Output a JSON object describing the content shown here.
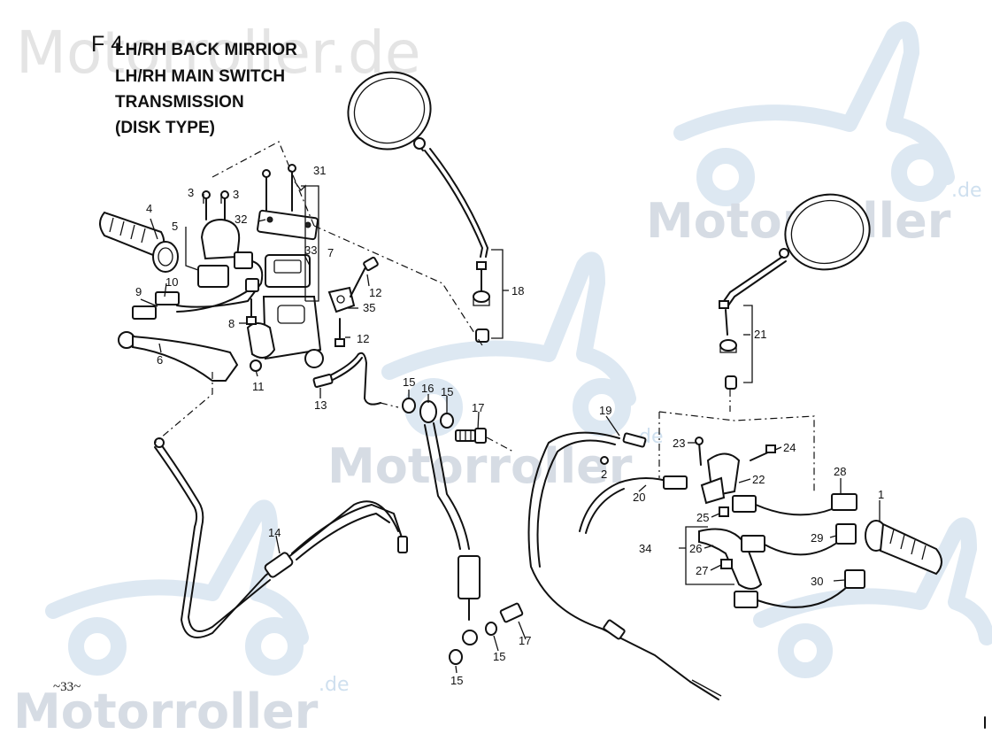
{
  "watermarks": {
    "brand": "Motorroller",
    "domain": ".de",
    "top_left": "Motorroller.de"
  },
  "header": {
    "figure_code": "F 4",
    "lines": [
      "LH/RH BACK MIRRIOR",
      "LH/RH MAIN SWITCH",
      "TRANSMISSION",
      "(DISK TYPE)"
    ]
  },
  "page_number": "~33~",
  "callouts": [
    "1",
    "2",
    "3",
    "3",
    "4",
    "5",
    "6",
    "7",
    "8",
    "9",
    "10",
    "11",
    "12",
    "12",
    "13",
    "14",
    "15",
    "15",
    "15",
    "15",
    "16",
    "17",
    "17",
    "18",
    "19",
    "20",
    "21",
    "22",
    "23",
    "24",
    "25",
    "26",
    "27",
    "28",
    "29",
    "30",
    "31",
    "32",
    "33",
    "34",
    "35"
  ],
  "colors": {
    "line": "#111111",
    "watermark_grey": "#e4e4e4",
    "watermark_blue": "#dde8f2"
  }
}
